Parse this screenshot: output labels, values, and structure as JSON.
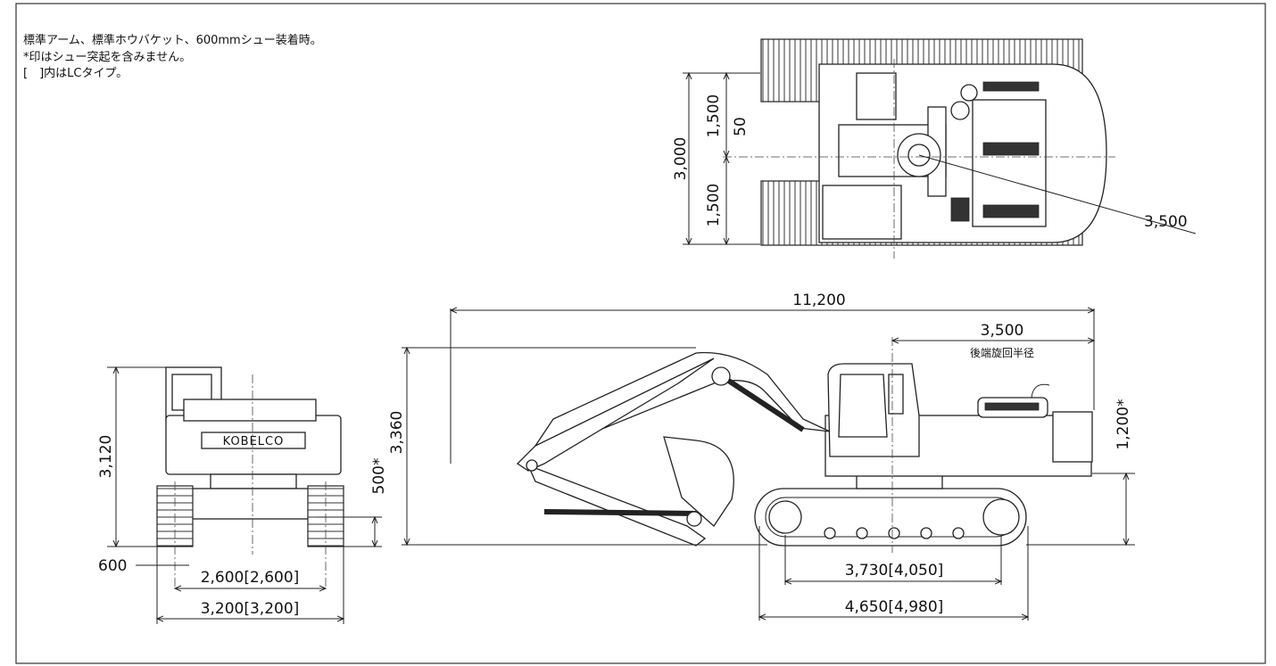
{
  "notes": {
    "line1": "標準アーム、標準ホウバケット、600mmシュー装着時。",
    "line2": "*印はシュー突起を含みません。",
    "line3": "[　]内はLCタイプ。"
  },
  "top_view": {
    "dim_total_width": "3,000",
    "dim_upper_half": "1,500",
    "dim_lower_half": "1,500",
    "dim_offset": "50",
    "dim_swing_radius": "3,500"
  },
  "rear_view": {
    "brand_plate": "KOBELCO",
    "dim_height": "3,120",
    "dim_ground_clearance": "500*",
    "dim_shoe_width": "600",
    "dim_gauge": "2,600[2,600]",
    "dim_overall_width": "3,200[3,200]"
  },
  "side_view": {
    "dim_overall_length": "11,200",
    "dim_tail_radius": "3,500",
    "tail_radius_label": "後端旋回半径",
    "dim_overall_height": "3,360",
    "dim_counterweight_clearance": "1,200*",
    "dim_tumbler_distance": "3,730[4,050]",
    "dim_track_length": "4,650[4,980]"
  }
}
